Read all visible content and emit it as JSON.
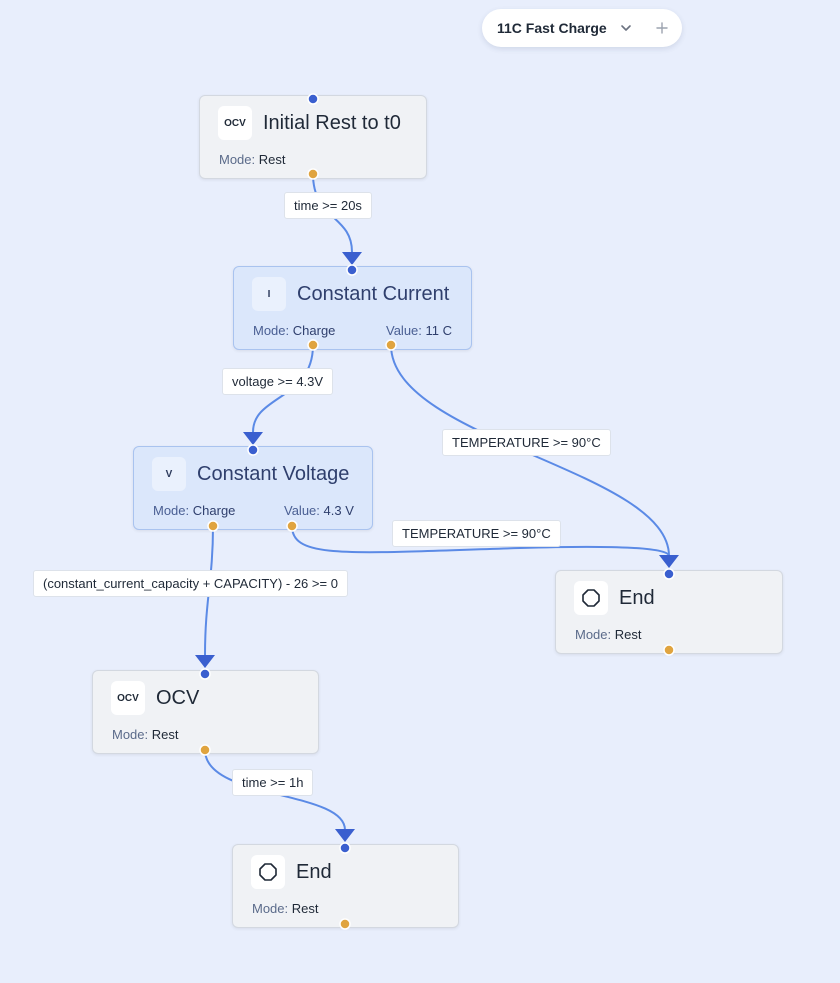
{
  "toolbar": {
    "selector_label": "11C Fast Charge",
    "dropdown_icon": "chevron-down-icon",
    "add_icon": "plus-icon"
  },
  "colors": {
    "canvas": "#e8eefc",
    "edge": "#5b8ae6",
    "arrowhead": "#3a5fcf",
    "input_handle": "#3a5fcf",
    "output_handle": "#e0a43f",
    "node_gray": "#f0f2f5",
    "node_blue": "#dbe7fb"
  },
  "nodes": {
    "initial_rest": {
      "icon": "OCV",
      "title": "Initial Rest to t0",
      "mode_key": "Mode:",
      "mode": "Rest"
    },
    "constant_current": {
      "icon": "I",
      "title": "Constant Current",
      "mode_key": "Mode:",
      "mode": "Charge",
      "value_key": "Value:",
      "value": "11 C"
    },
    "constant_voltage": {
      "icon": "V",
      "title": "Constant Voltage",
      "mode_key": "Mode:",
      "mode": "Charge",
      "value_key": "Value:",
      "value": "4.3 V"
    },
    "end_right": {
      "icon": "octagon-icon",
      "title": "End",
      "mode_key": "Mode:",
      "mode": "Rest"
    },
    "ocv": {
      "icon": "OCV",
      "title": "OCV",
      "mode_key": "Mode:",
      "mode": "Rest"
    },
    "end_bottom": {
      "icon": "octagon-icon",
      "title": "End",
      "mode_key": "Mode:",
      "mode": "Rest"
    }
  },
  "edges": {
    "rest_to_cc": "time >= 20s",
    "cc_to_cv": "voltage >= 4.3V",
    "cc_to_end": "TEMPERATURE >= 90°C",
    "cv_to_end": "TEMPERATURE >= 90°C",
    "cv_to_ocv": "(constant_current_capacity + CAPACITY) - 26 >= 0",
    "ocv_to_end": "time >= 1h"
  }
}
